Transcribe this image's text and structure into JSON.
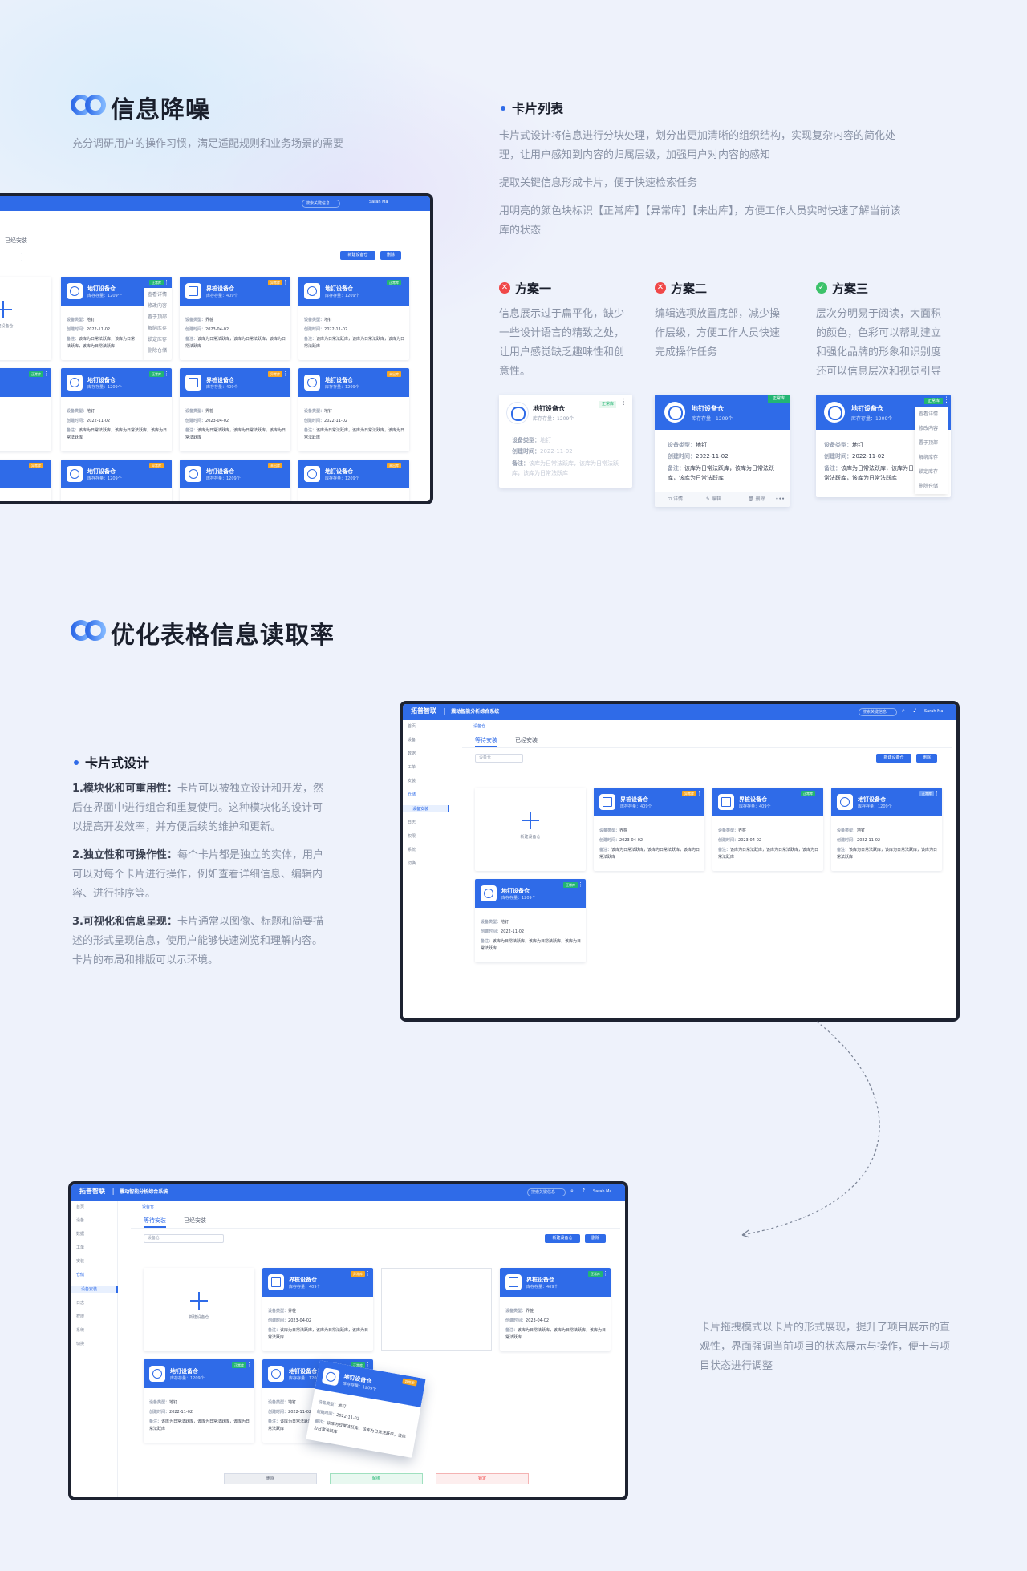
{
  "section1": {
    "title": "信息降噪",
    "subtitle": "充分调研用户的操作习惯，满足适配规则和业务场景的需要",
    "heading": "卡片列表",
    "paragraphs": [
      "卡片式设计将信息进行分块处理，划分出更加清晰的组织结构，实现复杂内容的简化处理，让用户感知到内容的归属层级，加强用户对内容的感知",
      "提取关键信息形成卡片，便于快速检索任务",
      "用明亮的颜色块标识【正常库】【异常库】【未出库】，方便工作人员实时快速了解当前该库的状态"
    ],
    "plans": [
      {
        "title": "方案一",
        "text": "信息展示过于扁平化，缺少一些设计语言的精致之处，让用户感觉缺乏趣味性和创意性。"
      },
      {
        "title": "方案二",
        "text": "编辑选项放置底部，减少操作层级，方便工作人员快速完成操作任务"
      },
      {
        "title": "方案三",
        "text": "层次分明易于阅读，大面积的颜色，色彩可以帮助建立和强化品牌的形象和识别度还可以信息层次和视觉引导"
      }
    ]
  },
  "section2": {
    "title": "优化表格信息读取率",
    "heading": "卡片式设计",
    "points": [
      {
        "label": "1.模块化和可重用性：",
        "text": "卡片可以被独立设计和开发，然后在界面中进行组合和重复使用。这种模块化的设计可以提高开发效率，并方便后续的维护和更新。"
      },
      {
        "label": "2.独立性和可操作性：",
        "text": "每个卡片都是独立的实体，用户可以对每个卡片进行操作，例如查看详细信息、编辑内容、进行排序等。"
      },
      {
        "label": "3.可视化和信息呈现：",
        "text": "卡片通常以图像、标题和简要描述的形式呈现信息，使用户能够快速浏览和理解内容。卡片的布局和排版可以示环境。"
      }
    ],
    "drag_desc": "卡片拖拽模式以卡片的形式展现，提升了项目展示的直观性，界面强调当前项目的状态展示与操作，便于与项目状态进行调整"
  },
  "app": {
    "brand": "拓普智联",
    "system": "震动智能分析综合系统",
    "search_placeholder": "搜索关键信息",
    "user": "Sarah Ma",
    "breadcrumb": "设备仓",
    "tab_active": "等待安装",
    "tab_other": "已经安装",
    "filter_placeholder": "设备仓",
    "btn_new": "新建设备仓",
    "btn_delete": "删除",
    "add_label": "新建设备仓",
    "sidebar": [
      "首页",
      "设备",
      "数据",
      "工单",
      "安装",
      "仓储",
      "设备安装",
      "日志",
      "权限",
      "系统",
      "切换"
    ],
    "card_a": {
      "name": "地钉设备仓",
      "stock": "库存存量：1209个",
      "type_label": "设备类型：",
      "type": "地钉",
      "date_label": "创建时间：",
      "date": "2022-11-02",
      "note_label": "备注：",
      "note": "该库为日常法跃库，该库为日常法跃库，该库为日常法跃库"
    },
    "card_b": {
      "name": "界桩设备仓",
      "stock": "库存存量：409个",
      "type_label": "设备类型：",
      "type": "界桩",
      "date_label": "创建时间：",
      "date": "2023-04-02",
      "note_label": "备注：",
      "note": "该库为日常法跃库，该库为日常法跃库，该库为日常法跃库"
    },
    "tag_normal": "正常库",
    "tag_abnormal": "异常库",
    "tag_out": "未出库",
    "menu": [
      "查看详情",
      "修改内容",
      "置于顶部",
      "解绑库存",
      "锁定库存",
      "删除仓储"
    ],
    "bottom_actions": [
      "删除",
      "解绑",
      "锁定"
    ],
    "plan2_actions": [
      "详情",
      "编辑",
      "删除"
    ]
  },
  "colors": {
    "primary": "#2f6be8",
    "green": "#22b573",
    "orange": "#f5a623",
    "red": "#f04848"
  }
}
